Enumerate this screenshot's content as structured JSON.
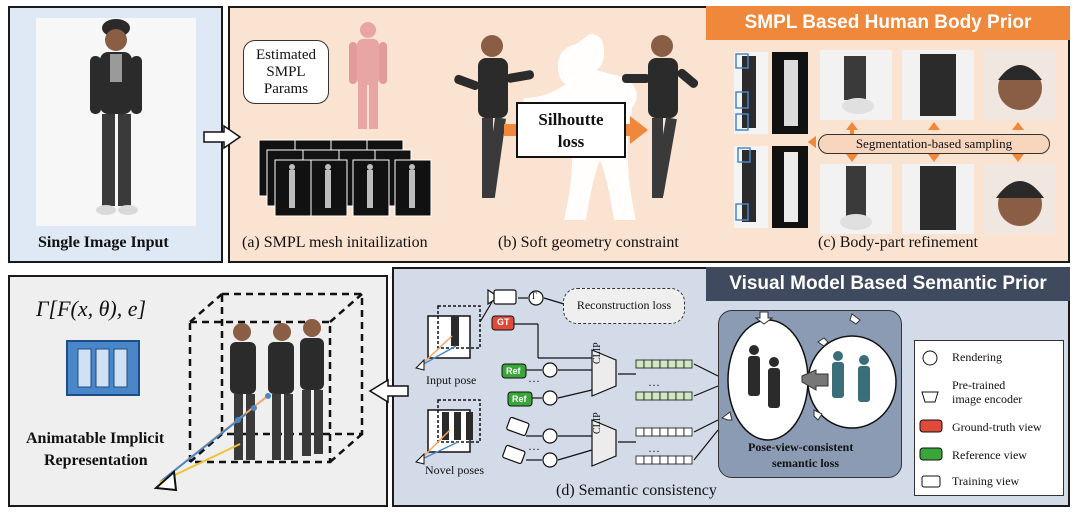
{
  "single_input": {
    "caption": "Single Image Input"
  },
  "smpl_section": {
    "header": "SMPL Based Human Body Prior",
    "estimated_params": "Estimated SMPL Params",
    "silhouette_loss_line1": "Silhoutte",
    "silhouette_loss_line2": "loss",
    "segmentation_sampling": "Segmentation-based sampling",
    "caption_a": "(a) SMPL mesh initailization",
    "caption_b": "(b) Soft geometry constraint",
    "caption_c": "(c) Body-part refinement"
  },
  "anim_section": {
    "formula": "Γ[F(x, θ), e]",
    "caption_line1": "Animatable Implicit",
    "caption_line2": "Representation"
  },
  "semantic_section": {
    "header": "Visual Model Based Semantic Prior",
    "reconstruction_loss": "Reconstruction loss",
    "input_pose": "Input pose",
    "novel_poses": "Novel poses",
    "clip": "CLIP",
    "gt_tag": "GT",
    "ref_tag": "Ref",
    "gamma": "Γ",
    "dots": "···",
    "pvc_loss_line1": "Pose-view-consistent",
    "pvc_loss_line2": "semantic loss",
    "caption_d": "(d) Semantic consistency"
  },
  "legend": {
    "rendering": "Rendering",
    "encoder_line1": "Pre-trained",
    "encoder_line2": "image encoder",
    "gt_view": "Ground-truth view",
    "ref_view": "Reference view",
    "training_view": "Training view"
  },
  "colors": {
    "orange_header": "#f0883c",
    "navy_header": "#3f4a5e",
    "feature_green": "#cfe8c4",
    "encoder_blue": "#4a86c8",
    "gt_red": "#e04a3a",
    "ref_green": "#3aa63a"
  }
}
